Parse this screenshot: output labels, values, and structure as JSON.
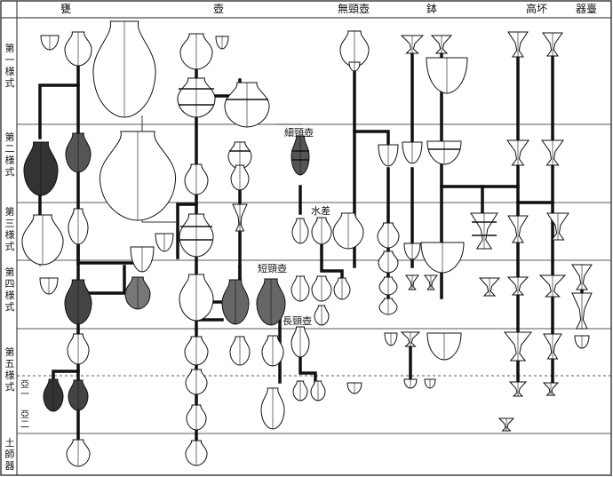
{
  "headers": {
    "kame": "甕",
    "tsubo": "壺",
    "mukeitsubo": "無頸壺",
    "hachi": "鉢",
    "takatsuki": "高坏",
    "kidai": "器臺"
  },
  "rows": [
    {
      "label": "第一様式"
    },
    {
      "label": "第二様式"
    },
    {
      "label": "第三様式"
    },
    {
      "label": "第四様式"
    },
    {
      "label": "第五様式"
    },
    {
      "label": "土師器"
    }
  ],
  "sub_labels": {
    "a": "亞一",
    "b": "亞二"
  },
  "annotations": {
    "hosokubi": "細頸壺",
    "mizusashi": "水差",
    "tankeitsubo": "短頸壺",
    "chokeitsubo": "長頸壺"
  }
}
